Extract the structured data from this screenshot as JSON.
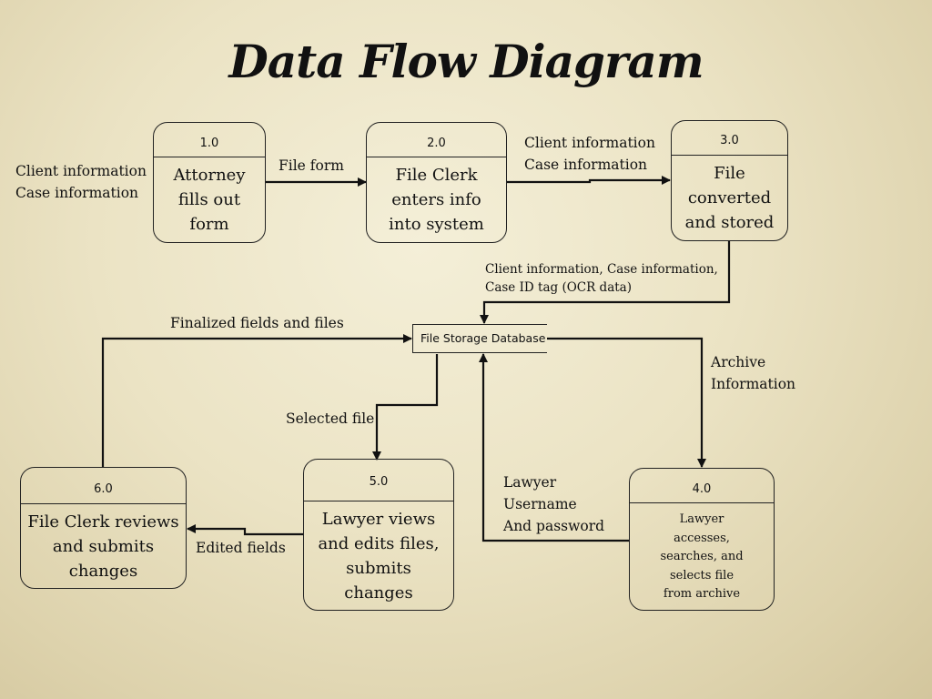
{
  "title": "Data Flow Diagram",
  "processes": [
    {
      "id": "1.0",
      "name_lines": [
        "Attorney",
        "fills out",
        "form"
      ]
    },
    {
      "id": "2.0",
      "name_lines": [
        "File Clerk",
        "enters info",
        "into system"
      ]
    },
    {
      "id": "3.0",
      "name_lines": [
        "File",
        "converted",
        "and stored"
      ]
    },
    {
      "id": "4.0",
      "name_lines": [
        "Lawyer",
        "accesses,",
        "searches, and",
        "selects file",
        "from archive"
      ]
    },
    {
      "id": "5.0",
      "name_lines": [
        "Lawyer views",
        "and edits files,",
        "submits",
        "changes"
      ]
    },
    {
      "id": "6.0",
      "name_lines": [
        "File Clerk reviews",
        "and submits",
        "changes"
      ]
    }
  ],
  "data_store": {
    "label": "File Storage Database"
  },
  "flows": {
    "input_to_1": [
      "Client information",
      "Case information"
    ],
    "f1_to_2": "File form",
    "f2_to_3": [
      "Client information",
      "Case information"
    ],
    "f3_to_db": [
      "Client information, Case information,",
      "Case ID tag (OCR data)"
    ],
    "f6_to_db": "Finalized fields and files",
    "db_to_4": [
      "Archive",
      "Information"
    ],
    "db_to_5": "Selected file",
    "f4_to_db": [
      "Lawyer",
      "Username",
      "And password"
    ],
    "f5_to_6": "Edited fields"
  }
}
